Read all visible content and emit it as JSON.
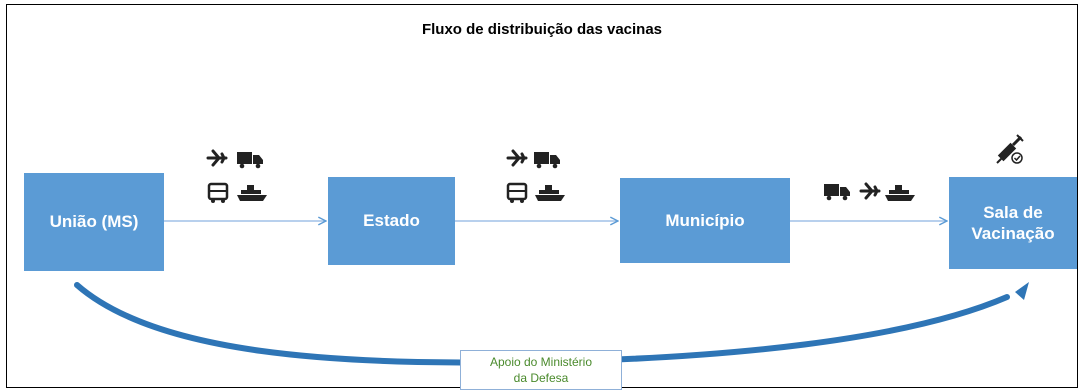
{
  "title": "Fluxo de distribuição das vacinas",
  "nodes": {
    "uniao": "União (MS)",
    "estado": "Estado",
    "municipio": "Município",
    "sala": "Sala de\nVacinação"
  },
  "curved_label": "Apoio do Ministério\nda Defesa",
  "icons": {
    "leg1": [
      "airplane-icon",
      "truck-icon",
      "bus-icon",
      "ship-icon"
    ],
    "leg2": [
      "airplane-icon",
      "truck-icon",
      "bus-icon",
      "ship-icon"
    ],
    "leg3": [
      "truck-icon",
      "airplane-icon",
      "ship-icon"
    ],
    "destination": "vaccine-syringe-icon"
  },
  "colors": {
    "box": "#5b9bd5",
    "arrow": "#5b9bd5",
    "curve": "#2e75b6",
    "label_text": "#4a8a2c"
  }
}
